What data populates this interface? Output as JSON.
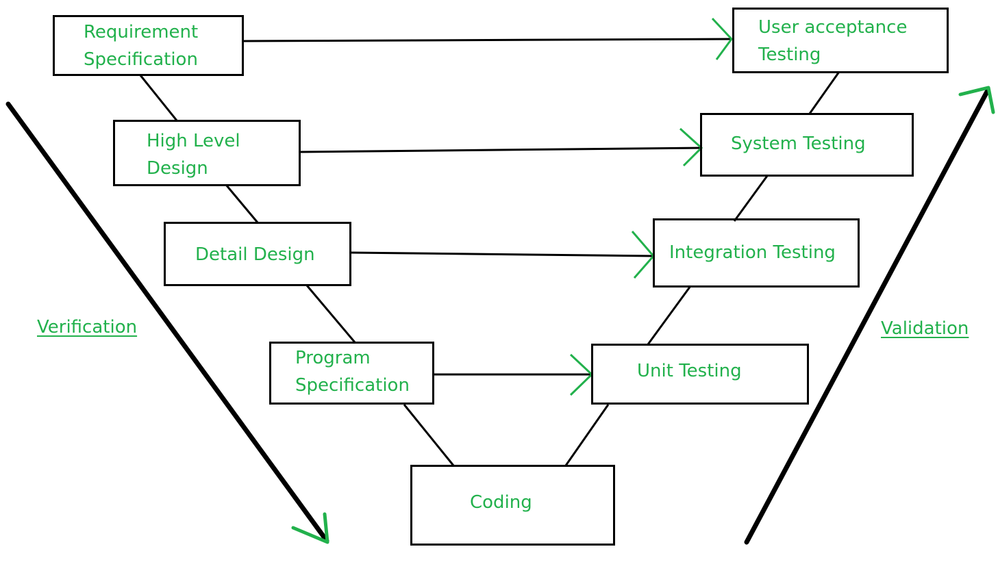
{
  "diagram": {
    "verification_phases": [
      {
        "line1": "Requirement",
        "line2": "Specification"
      },
      {
        "line1": "High Level",
        "line2": "Design"
      },
      {
        "line1": "Detail Design",
        "line2": ""
      },
      {
        "line1": "Program",
        "line2": "Specification"
      }
    ],
    "coding": "Coding",
    "validation_phases": [
      {
        "line1": "User acceptance",
        "line2": "Testing"
      },
      {
        "line1": "System Testing",
        "line2": ""
      },
      {
        "line1": "Integration Testing",
        "line2": ""
      },
      {
        "line1": "Unit Testing",
        "line2": ""
      }
    ],
    "left_label": "Verification",
    "right_label": "Validation",
    "colors": {
      "label_text": "#22b14c",
      "arrowhead": "#22b14c",
      "lines": "#000000"
    }
  }
}
